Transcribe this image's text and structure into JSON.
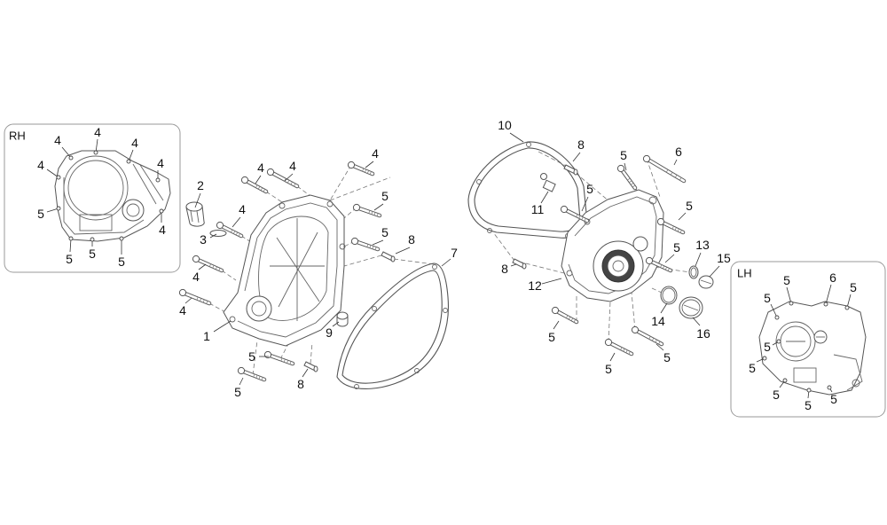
{
  "rh_inset": {
    "title": "RH",
    "callouts": [
      "4",
      "4",
      "4",
      "4",
      "4",
      "5",
      "4",
      "5",
      "5",
      "5"
    ]
  },
  "lh_inset": {
    "title": "LH",
    "callouts": [
      "5",
      "6",
      "5",
      "5",
      "5",
      "5",
      "5",
      "5",
      "5"
    ]
  },
  "main": {
    "callouts": [
      "2",
      "4",
      "4",
      "4",
      "5",
      "4",
      "3",
      "5",
      "8",
      "4",
      "4",
      "1",
      "9",
      "7",
      "5",
      "5",
      "8",
      "10",
      "8",
      "5",
      "6",
      "5",
      "11",
      "5",
      "5",
      "13",
      "15",
      "8",
      "12",
      "14",
      "16",
      "5",
      "5",
      "5"
    ]
  }
}
